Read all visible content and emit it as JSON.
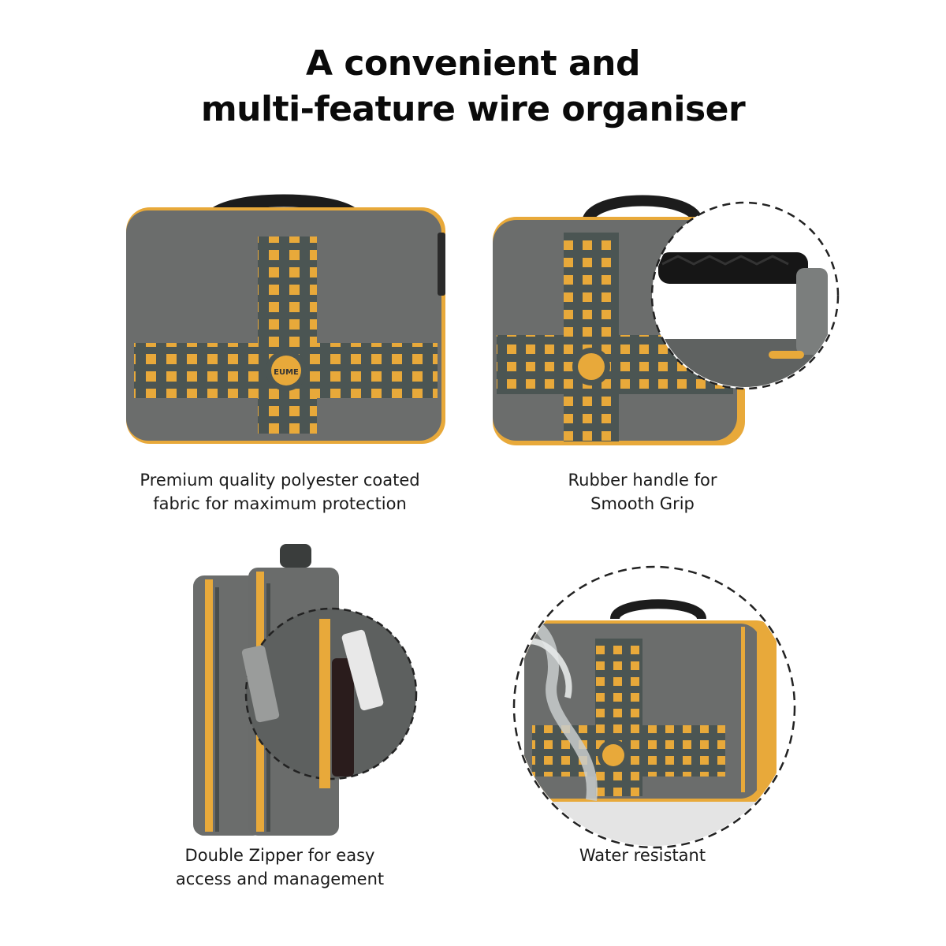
{
  "title": {
    "line1": "A convenient and",
    "line2": "multi-feature wire organiser"
  },
  "features": [
    {
      "caption_line1": "Premium quality polyester coated",
      "caption_line2": "fabric for maximum protection",
      "image": "bag-front-view"
    },
    {
      "caption_line1": "Rubber handle for",
      "caption_line2": "Smooth Grip",
      "image": "bag-handle-closeup"
    },
    {
      "caption_line1": "Double Zipper for easy",
      "caption_line2": "access and management",
      "image": "bag-zipper-closeup"
    },
    {
      "caption_line1": "Water resistant",
      "caption_line2": "",
      "image": "bag-water-splash"
    }
  ],
  "brand": {
    "logo_text": "EUME"
  },
  "colors": {
    "fabric_gray": "#6b6d6c",
    "fabric_dark": "#4f5352",
    "accent_yellow": "#e8a93a",
    "handle_black": "#1c1c1c",
    "text": "#111111"
  }
}
